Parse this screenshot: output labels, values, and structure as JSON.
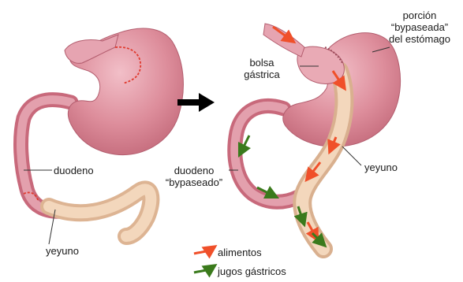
{
  "labels": {
    "duodeno": "duodeno",
    "yeyuno_left": "yeyuno",
    "bolsa_line1": "bolsa",
    "bolsa_line2": "gástrica",
    "porcion_line1": "porción",
    "porcion_line2": "“bypaseada”",
    "porcion_line3": "del estómago",
    "yeyuno_right": "yeyuno",
    "duodeno_byp_line1": "duodeno",
    "duodeno_byp_line2": "“bypaseado”"
  },
  "legend": [
    {
      "label": "alimentos",
      "color": "#f0502a",
      "icon": "orange-arrow-icon"
    },
    {
      "label": "jugos gástricos",
      "color": "#3a7a1c",
      "icon": "green-arrow-icon"
    }
  ],
  "colors": {
    "stomach": "#d27d8c",
    "stomach_light": "#e9aab5",
    "intestine": "#f2d3b4",
    "cut_line": "#e03a2e",
    "arrow": "#000000"
  }
}
